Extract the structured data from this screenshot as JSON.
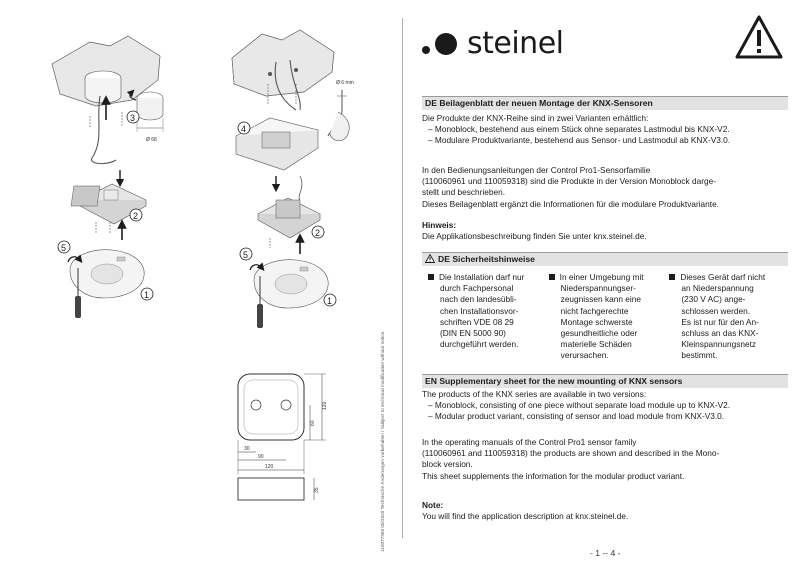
{
  "illustration": {
    "callouts": [
      "1",
      "2",
      "3",
      "4",
      "5"
    ],
    "dimensions": {
      "diameter": "Ø 68",
      "max": "Ø 6 mm",
      "width_total": "120",
      "width_mid": "90",
      "width_small": "30",
      "height_total": "120",
      "height_mid": "60",
      "depth": "35"
    },
    "vertical_note": "110077355  05/2020  Technische Änderungen vorbehalten / Subject to technical modification without notice."
  },
  "brand": {
    "name": "steinel"
  },
  "de": {
    "header": "DE Beilagenblatt der neuen Montage der KNX-Sensoren",
    "intro": "Die Produkte der KNX-Reihe sind in zwei Varianten erhältlich:",
    "bullets": [
      "– Monoblock, bestehend aus einem Stück ohne separates Lastmodul bis KNX-V2.",
      "– Modulare Produktvariante, bestehend aus Sensor- und Lastmodul ab KNX-V3.0."
    ],
    "para_lines": [
      "In den Bedienungsanleitungen der Control Pro1-Sensorfamilie",
      "(110060961 und 110059318) sind die Produkte in der Version Monoblock darge-",
      "stellt und beschrieben."
    ],
    "para2": "Dieses Beilagenblatt ergänzt die Informationen für die modulare Produktvariante.",
    "hint_label": "Hinweis:",
    "hint": "Die Applikationsbeschreibung finden Sie unter knx.steinel.de.",
    "safety_header": "DE Sicherheitshinweise",
    "safety_cols": [
      [
        "Die Installation darf nur",
        "durch Fachpersonal",
        "nach den landesübli-",
        "chen Installationsvor-",
        "schriften VDE 08 29",
        "(DIN EN 5000 90)",
        "durchgeführt werden."
      ],
      [
        "In einer Umgebung mit",
        "Niederspannungser-",
        "zeugnissen kann eine",
        "nicht fachgerechte",
        "Montage schwerste",
        "gesundheitliche oder",
        "materielle Schäden",
        "verursachen."
      ],
      [
        "Dieses Gerät darf nicht",
        "an Niederspannung",
        "(230 V AC) ange-",
        "schlossen werden.",
        "Es ist nur für den An-",
        "schluss an das KNX-",
        "Kleinspannungsnetz",
        "bestimmt."
      ]
    ]
  },
  "en": {
    "header": "EN Supplementary sheet for the new mounting of KNX sensors",
    "intro": "The products of the KNX series are available in two versions:",
    "bullets": [
      "– Monoblock, consisting of one piece without separate load module up to KNX-V2.",
      "– Modular product variant, consisting of sensor and load module from KNX-V3.0."
    ],
    "para_lines": [
      "In the operating manuals of the Control Pro1 sensor family",
      "(110060961 and 110059318) the products are shown and described in the Mono-",
      "block version."
    ],
    "para2": "This sheet supplements the information for the modular product variant.",
    "note_label": "Note:",
    "note": "You will find the application description at knx.steinel.de."
  },
  "page": "- 1 -- 4 -"
}
